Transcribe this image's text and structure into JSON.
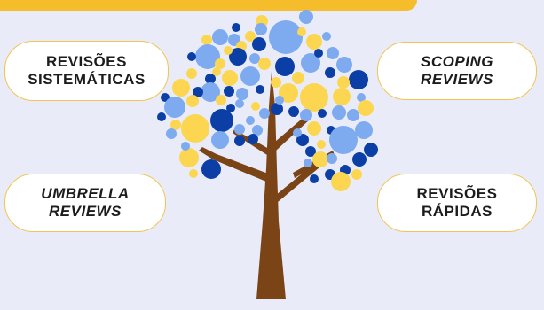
{
  "labels": {
    "revisoes_sistematicas": "REVISÕES\nSISTEMÁTICAS",
    "scoping_reviews": "SCOPING\nREVIEWS",
    "umbrella_reviews": "UMBRELLA\nREVIEWS",
    "revisoes_rapidas": "REVISÕES\nRÁPIDAS"
  },
  "colors": {
    "background": "#e9ecf8",
    "accent_yellow": "#f5bd2b",
    "light_yellow": "#fcd650",
    "light_blue": "#7eaaf0",
    "dark_blue": "#0b3fa6",
    "trunk": "#7a4417"
  }
}
